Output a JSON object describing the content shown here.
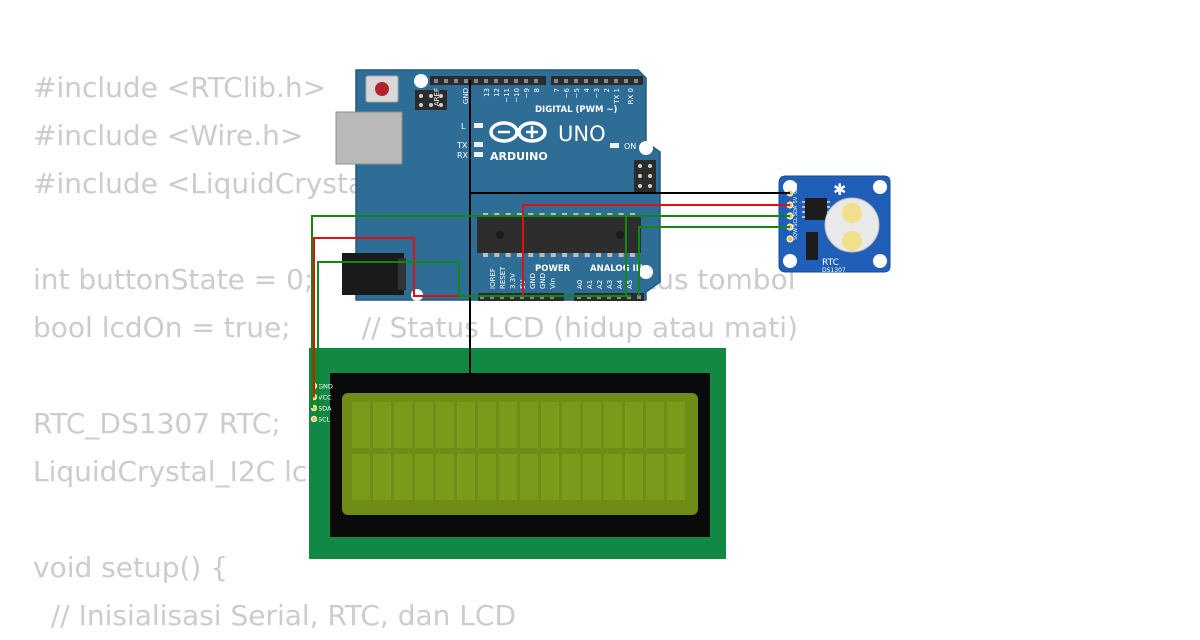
{
  "code_lines": [
    "#include <RTClib.h>",
    "#include <Wire.h>",
    "#include <LiquidCrystal_I2C.h>",
    "",
    "int buttonState = 0;          // Menyimpan status tombol",
    "bool lcdOn = true;        // Status LCD (hidup atau mati)",
    "",
    "RTC_DS1307 RTC;",
    "LiquidCrystal_I2C lcd(0x27, 16, 2);",
    "",
    "void setup() {",
    "  // Inisialisasi Serial, RTC, dan LCD"
  ],
  "arduino": {
    "logo_text": "UNO",
    "brand_text": "ARDUINO",
    "digital_header": "DIGITAL (PWM ~)",
    "power_header": "POWER",
    "analog_header": "ANALOG IN",
    "led_labels": [
      "L",
      "TX",
      "RX",
      "ON"
    ],
    "top_pin_labels": [
      "AREF",
      "GND",
      "13",
      "12",
      "~11",
      "~10",
      "~9",
      "8",
      "7",
      "~6",
      "~5",
      "4",
      "~3",
      "2",
      "TX 1",
      "RX 0"
    ],
    "bottom_pin_labels": [
      "IOREF",
      "RESET",
      "3.3V",
      "5V",
      "GND",
      "GND",
      "Vin",
      "A0",
      "A1",
      "A2",
      "A3",
      "A4",
      "A5"
    ],
    "board_color": "#2e6d96"
  },
  "rtc_module": {
    "title": "RTC",
    "chip": "DS1307",
    "pin_labels": [
      "GND",
      "5V",
      "SDA",
      "SCL",
      "SQW"
    ],
    "board_color": "#1f5fb8"
  },
  "lcd_module": {
    "pin_labels": [
      "GND",
      "VCC",
      "SDA",
      "SCL"
    ],
    "pcb_color": "#118844",
    "screen_color": "#6f8c16"
  },
  "wire_colors": {
    "gnd": "#000000",
    "vcc": "#dd1111",
    "signal": "#118811"
  }
}
